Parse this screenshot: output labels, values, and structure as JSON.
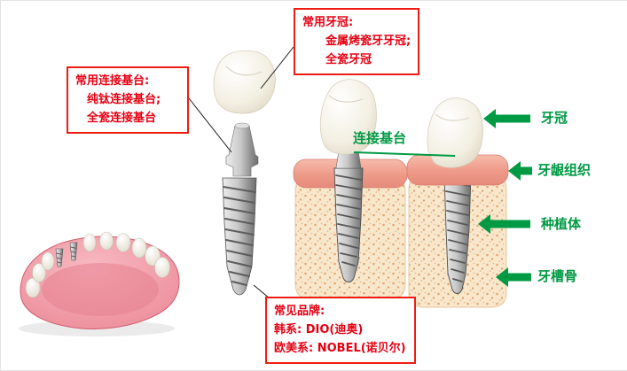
{
  "annotation_boxes": {
    "crown_box": {
      "title": "常用牙冠:",
      "items": [
        "金属烤瓷牙牙冠;",
        "全瓷牙冠"
      ]
    },
    "abutment_box": {
      "title": "常用连接基台:",
      "items": [
        "纯钛连接基台;",
        "全瓷连接基台"
      ]
    },
    "brand_box": {
      "title": "常见品牌:",
      "items": [
        "韩系: DIO(迪奥)",
        "欧美系: NOBEL(诺贝尔)"
      ]
    }
  },
  "part_labels": {
    "abutment": "连接基台",
    "crown": "牙冠",
    "gum_tissue": "牙龈组织",
    "implant_body": "种植体",
    "alveolar_bone": "牙槽骨"
  },
  "figures": {
    "jaw_model": "lower-jaw-dental-model",
    "implant_assembly": "implant-crown-abutment-screw",
    "cross_section_left": "implant-in-jawbone-exploded-section",
    "cross_section_right": "implant-in-jawbone-assembled-section"
  },
  "colors": {
    "annotation_red": "#e60012",
    "label_green": "#009a44",
    "gum_pink": "#ef9c8b",
    "bone_cream": "#f8e7cb",
    "metal_gray": "#9c9c9c"
  }
}
